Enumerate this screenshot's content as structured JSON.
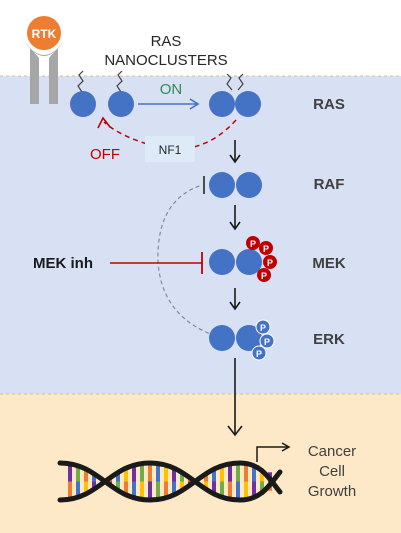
{
  "title_line1": "RAS",
  "title_line2": "NANOCLUSTERS",
  "rtk_label": "RTK",
  "on_label": "ON",
  "off_label": "OFF",
  "nf1_label": "NF1",
  "stage_labels": {
    "ras": "RAS",
    "raf": "RAF",
    "mek": "MEK",
    "erk": "ERK"
  },
  "inhibitor_label": "MEK inh",
  "phospho_label": "P",
  "outcome": {
    "line1": "Cancer",
    "line2": "Cell",
    "line3": "Growth"
  },
  "colors": {
    "cytoplasm": "#d8e1f3",
    "nucleus": "#fde9c8",
    "protein": "#4472c4",
    "rtk": "#ed7d31",
    "phospho_red": "#c00000",
    "inhibit_red": "#c00000"
  }
}
